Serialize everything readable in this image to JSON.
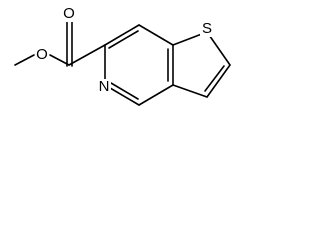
{
  "structure": {
    "atoms": {
      "carbonyl_oxygen": "O",
      "ester_oxygen": "O",
      "ring_nitrogen": "N",
      "ring_sulfur": "S"
    },
    "colors": {
      "bond": "#000000",
      "label": "#000000",
      "background": "#ffffff"
    }
  }
}
